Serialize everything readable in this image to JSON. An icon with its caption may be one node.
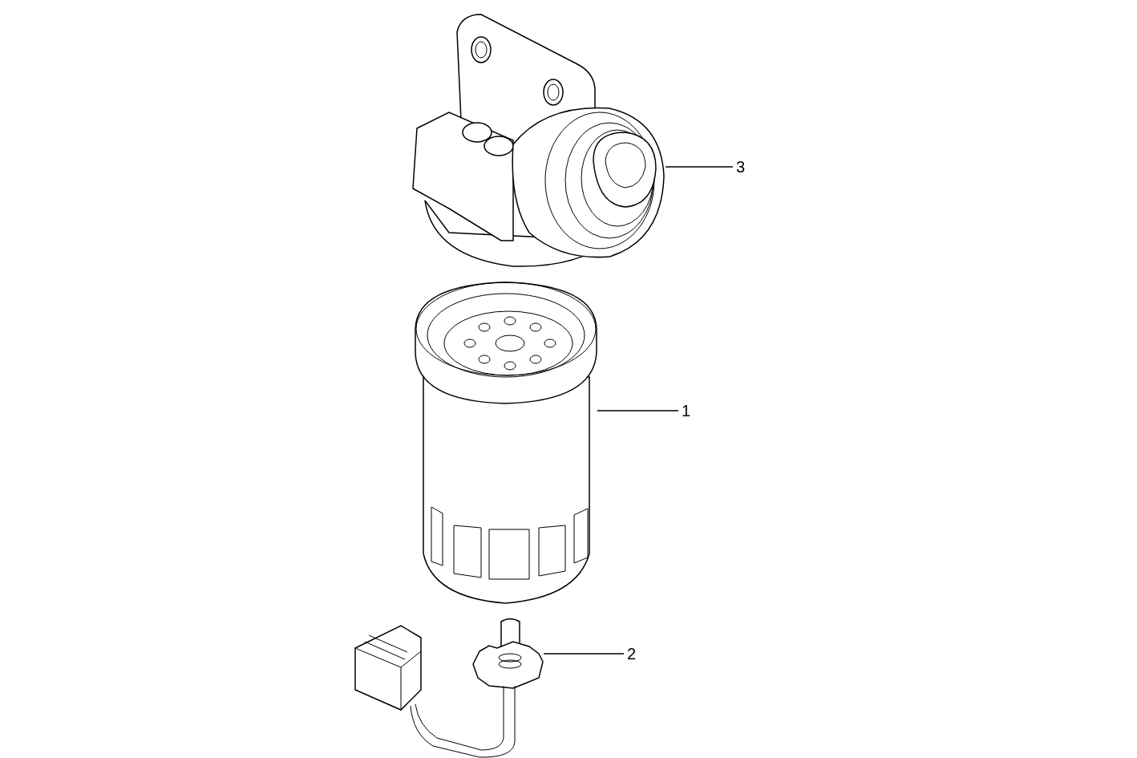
{
  "diagram": {
    "nodes": [
      {
        "text": [
          "3"
        ]
      },
      {
        "text": [],
        "shape": "picture"
      },
      {
        "text": [
          "1"
        ]
      },
      {
        "text": [],
        "shape": "picture"
      },
      {
        "text": [
          "2"
        ]
      },
      {
        "text": [],
        "shape": "picture"
      }
    ],
    "edges": [
      {
        "from": 0,
        "to": 1,
        "arrow": "none"
      },
      {
        "from": 2,
        "to": 3,
        "arrow": "none"
      },
      {
        "from": 4,
        "to": 5,
        "arrow": "none"
      }
    ]
  }
}
